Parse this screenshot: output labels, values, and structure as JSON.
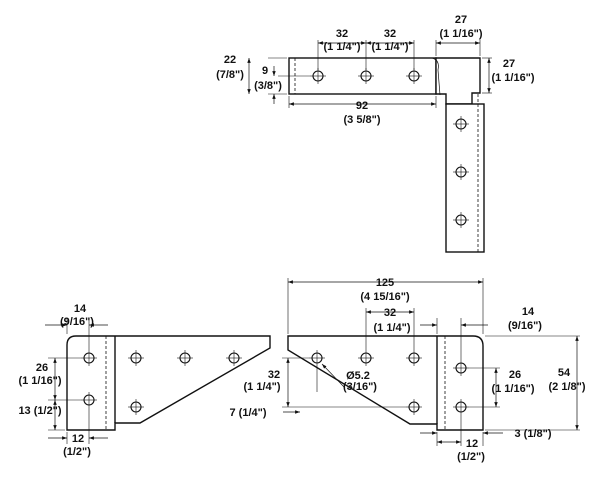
{
  "top_view": {
    "dim_pitch_1": {
      "mm": "32",
      "inch": "(1 1/4\")"
    },
    "dim_pitch_2": {
      "mm": "32",
      "inch": "(1 1/4\")"
    },
    "dim_flange": {
      "mm": "27",
      "inch": "(1 1/16\")"
    },
    "dim_width_right": {
      "mm": "27",
      "inch": "(1 1/16\")"
    },
    "dim_height": {
      "mm": "22",
      "inch": "(7/8\")"
    },
    "dim_hole_offset": {
      "mm": "9",
      "inch": "(3/8\")"
    },
    "dim_length": {
      "mm": "92",
      "inch": "(3 5/8\")"
    }
  },
  "left_view": {
    "dim_top": {
      "mm": "14",
      "inch": "(9/16\")"
    },
    "dim_pitch": {
      "mm": "26",
      "inch": "(1 1/16\")"
    },
    "dim_bottom_offset": "13 (1/2\")",
    "dim_bottom": {
      "mm": "12",
      "inch": "(1/2\")"
    }
  },
  "right_view": {
    "dim_length": {
      "mm": "125",
      "inch": "(4 15/16\")"
    },
    "dim_pitch": {
      "mm": "32",
      "inch": "(1 1/4\")"
    },
    "dim_flange": {
      "mm": "14",
      "inch": "(9/16\")"
    },
    "dim_left_pitch": {
      "mm": "32",
      "inch": "(1 1/4\")"
    },
    "dim_hole_dia": {
      "mm": "Ø5.2",
      "inch": "(3/16\")"
    },
    "dim_edge_offset": "7 (1/4\")",
    "dim_hole_pitch": {
      "mm": "26",
      "inch": "(1 1/16\")"
    },
    "dim_height": {
      "mm": "54",
      "inch": "(2 1/8\")"
    },
    "dim_thickness": "3 (1/8\")",
    "dim_bottom": {
      "mm": "12",
      "inch": "(1/2\")"
    }
  }
}
